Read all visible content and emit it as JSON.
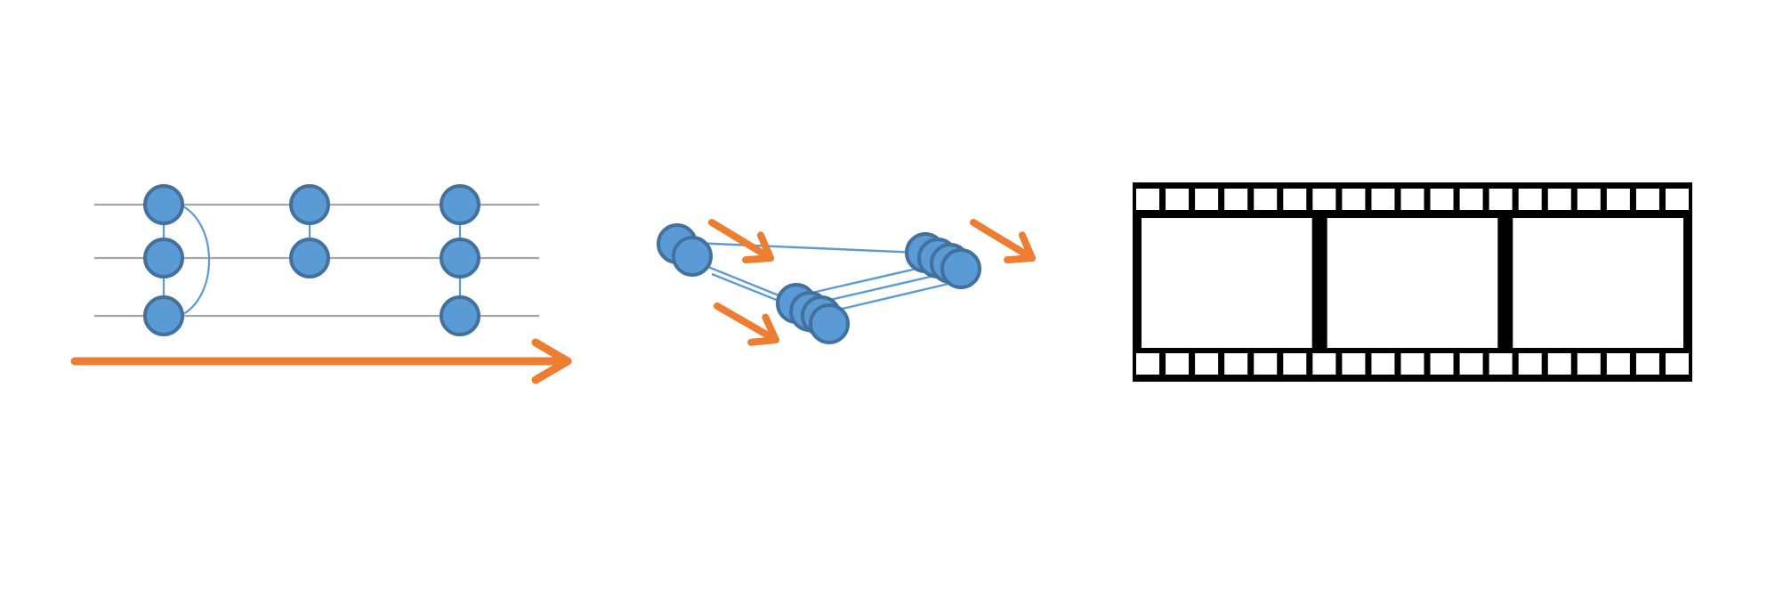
{
  "colors": {
    "node_fill": "#5b9bd5",
    "node_stroke": "#41719c",
    "edge": "#5b9bd5",
    "track": "#a6a6a6",
    "arrow": "#ed7d31",
    "film": "#000000",
    "background": "#ffffff"
  },
  "panels": [
    {
      "name": "circuit-panel"
    },
    {
      "name": "particle-motion-panel"
    },
    {
      "name": "film-strip-panel"
    }
  ],
  "icons": [
    "time-arrow-icon",
    "motion-arrow-icon",
    "film-strip-icon"
  ],
  "circuit": {
    "tracks": 3,
    "gate_groups": [
      {
        "track_indices": [
          0,
          1,
          2
        ],
        "curved_link": true
      },
      {
        "track_indices": [
          0,
          1
        ],
        "curved_link": false
      },
      {
        "track_indices": [
          0,
          1,
          2
        ],
        "curved_link": false
      }
    ]
  },
  "film_strip": {
    "frames": 3,
    "sprocket_holes_per_row": 19
  }
}
